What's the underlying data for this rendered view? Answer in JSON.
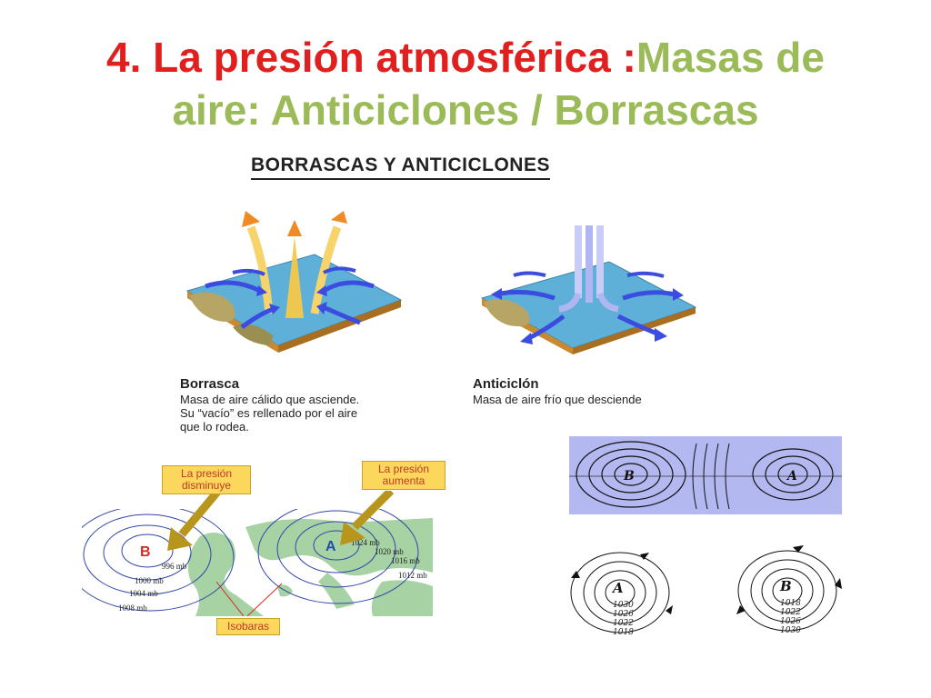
{
  "title": {
    "part_red": "4. La presión atmosférica :",
    "part_green_line1": "Masas  de",
    "part_green_line2": "aire:    Anticiclones / Borrascas"
  },
  "figure": {
    "banner": "BORRASCAS Y ANTICICLONES",
    "borrasca": {
      "heading": "Borrasca",
      "description": "Masa de aire cálido que asciende.\nSu “vacío” es rellenado por el aire\nque lo rodea."
    },
    "anticiclon": {
      "heading": "Anticiclón",
      "description": "Masa de aire frío que desciende"
    }
  },
  "isobar_map": {
    "label_decrease": "La presión\ndisminuye",
    "label_increase": "La presión\naumenta",
    "low_symbol": "B",
    "high_symbol": "A",
    "low_values": [
      "996 mb",
      "1000 mb",
      "1004 mb",
      "1008 mb"
    ],
    "high_values": [
      "1024 mb",
      "1020 mb",
      "1016 mb",
      "1012 mb"
    ],
    "isobars_label": "Isobaras"
  },
  "sketch_map": {
    "low_symbol": "B",
    "high_symbol": "A"
  },
  "hand_diagrams": {
    "high": {
      "symbol": "A",
      "values": [
        "1030",
        "1026",
        "1022",
        "1018"
      ]
    },
    "low": {
      "symbol": "B",
      "values": [
        "1018",
        "1022",
        "1026",
        "1030"
      ]
    }
  },
  "colors": {
    "title_red": "#e0201e",
    "title_green": "#9bbb59",
    "map_land": "#a7d2a4",
    "map_sea": "#ffffff",
    "low_marker": "#d62b20",
    "high_marker": "#1f4fa8",
    "sketch_bg": "#b3b8f0",
    "arrow_blue": "#3a4de0",
    "warm_arrow": "#f08a24"
  }
}
